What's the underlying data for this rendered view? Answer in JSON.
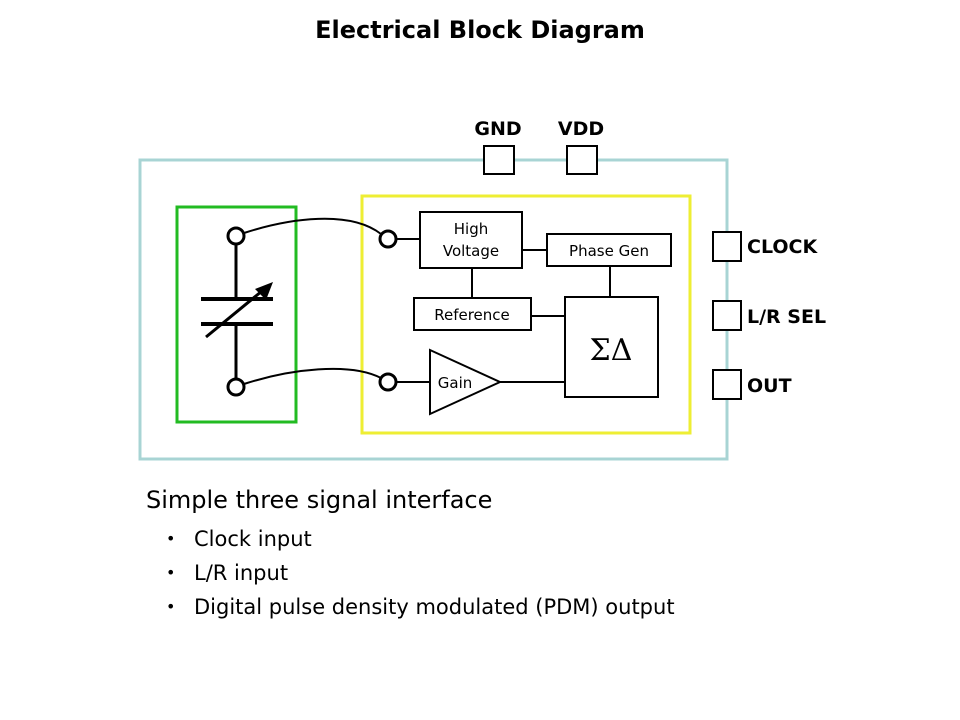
{
  "title": "Electrical Block Diagram",
  "diagram": {
    "pins_top": [
      "GND",
      "VDD"
    ],
    "pins_right": [
      "CLOCK",
      "L/R SEL",
      "OUT"
    ],
    "blocks": {
      "high_voltage": [
        "High",
        "Voltage"
      ],
      "phase_gen": "Phase Gen",
      "reference": "Reference",
      "sigma_delta": "ΣΔ",
      "gain": "Gain"
    },
    "colors": {
      "package_border": "#a8d4d4",
      "mems_border": "#22bb22",
      "asic_border": "#eeee33",
      "line": "#000000"
    }
  },
  "text": {
    "lead": "Simple three signal interface",
    "bullet_char": "•",
    "bullets": [
      "Clock input",
      "L/R input",
      "Digital pulse density modulated (PDM) output"
    ]
  }
}
